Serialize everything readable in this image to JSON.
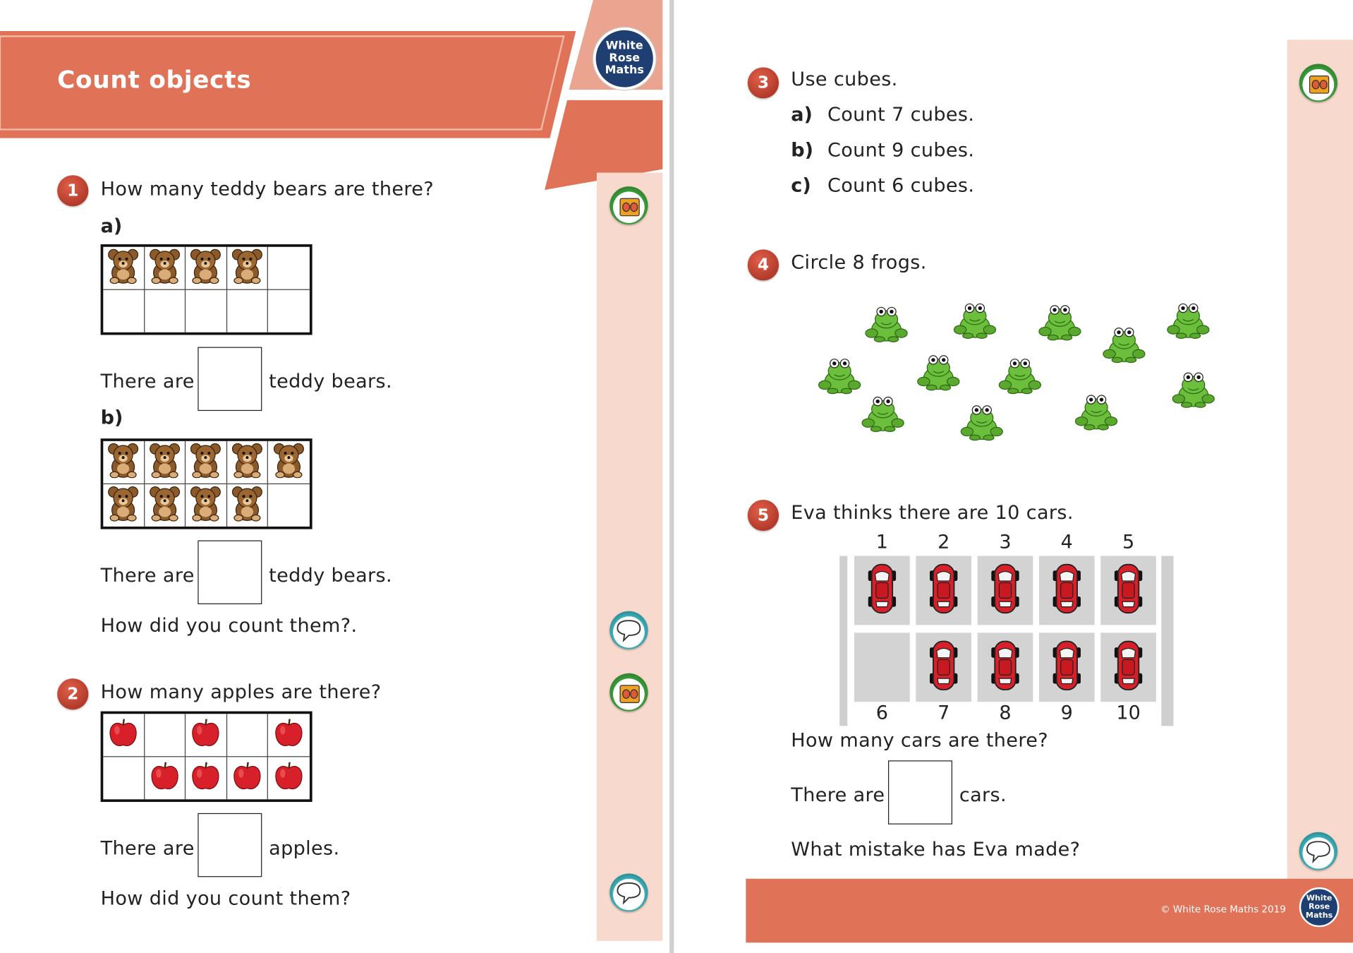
{
  "header": {
    "title": "Count objects"
  },
  "logo": {
    "line1": "White",
    "line2": "Rose",
    "line3": "Maths"
  },
  "q1": {
    "number": "1",
    "question": "How many teddy bears are there?",
    "part_a": {
      "label": "a)",
      "filled": 4,
      "answer_prefix": "There are",
      "answer_suffix": "teddy bears."
    },
    "part_b": {
      "label": "b)",
      "filled": 9,
      "answer_prefix": "There are",
      "answer_suffix": "teddy bears."
    },
    "followup": "How did you count them?."
  },
  "q2": {
    "number": "2",
    "question": "How many apples are there?",
    "cells": [
      1,
      0,
      1,
      0,
      1,
      0,
      1,
      1,
      1,
      1
    ],
    "answer_prefix": "There are",
    "answer_suffix": "apples.",
    "followup": "How did you count them?"
  },
  "q3": {
    "number": "3",
    "question": "Use cubes.",
    "parts": [
      {
        "label": "a)",
        "text": "Count 7 cubes."
      },
      {
        "label": "b)",
        "text": "Count 9 cubes."
      },
      {
        "label": "c)",
        "text": "Count 6 cubes."
      }
    ]
  },
  "q4": {
    "number": "4",
    "question": "Circle 8 frogs.",
    "frog_count": 12
  },
  "q5": {
    "number": "5",
    "question": "Eva thinks there are 10 cars.",
    "top_numbers": [
      "1",
      "2",
      "3",
      "4",
      "5"
    ],
    "bottom_numbers": [
      "6",
      "7",
      "8",
      "9",
      "10"
    ],
    "spaces": [
      1,
      1,
      1,
      1,
      1,
      0,
      1,
      1,
      1,
      1
    ],
    "followup1": "How many cars are there?",
    "answer_prefix": "There are",
    "answer_suffix": "cars.",
    "followup2": "What mistake has Eva made?"
  },
  "footer": {
    "copyright": "© White Rose Maths 2019"
  },
  "colors": {
    "header": "#e07257",
    "strip": "#f7d9cd",
    "badge": "#c0432f"
  }
}
